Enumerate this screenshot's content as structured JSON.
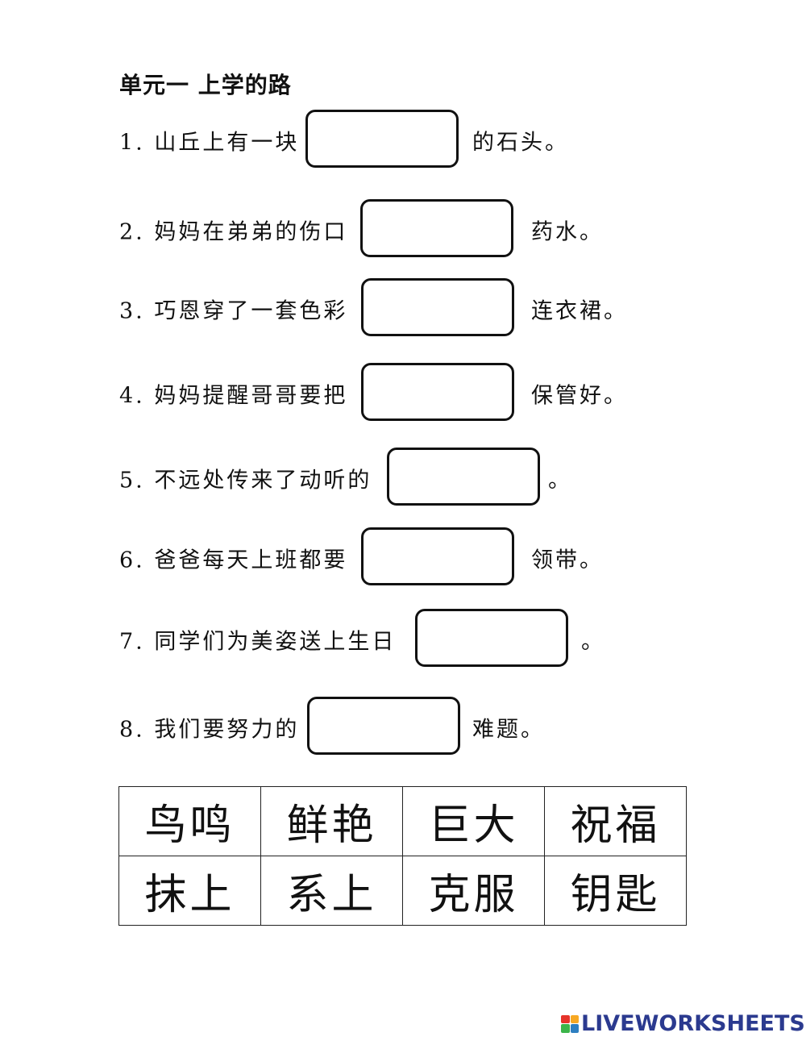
{
  "title": "单元一  上学的路",
  "questions": [
    {
      "pre": "1. 山丘上有一块",
      "post": "的石头。"
    },
    {
      "pre": "2. 妈妈在弟弟的伤口",
      "post": "药水。"
    },
    {
      "pre": "3. 巧恩穿了一套色彩",
      "post": "连衣裙。"
    },
    {
      "pre": "4. 妈妈提醒哥哥要把",
      "post": "保管好。"
    },
    {
      "pre": "5. 不远处传来了动听的",
      "post": "。"
    },
    {
      "pre": "6. 爸爸每天上班都要",
      "post": "领带。"
    },
    {
      "pre": "7. 同学们为美姿送上生日",
      "post": "。"
    },
    {
      "pre": "8. 我们要努力的",
      "post": "难题。"
    }
  ],
  "word_bank": [
    [
      "鸟鸣",
      "鲜艳",
      "巨大",
      "祝福"
    ],
    [
      "抹上",
      "系上",
      "克服",
      "钥匙"
    ]
  ],
  "footer": {
    "logo_text": "LIVEWORKSHEETS",
    "logo_colors": [
      "#e6332a",
      "#f7a823",
      "#3cb54a",
      "#2e7fc1"
    ],
    "brand_color": "#2b3a8f"
  }
}
